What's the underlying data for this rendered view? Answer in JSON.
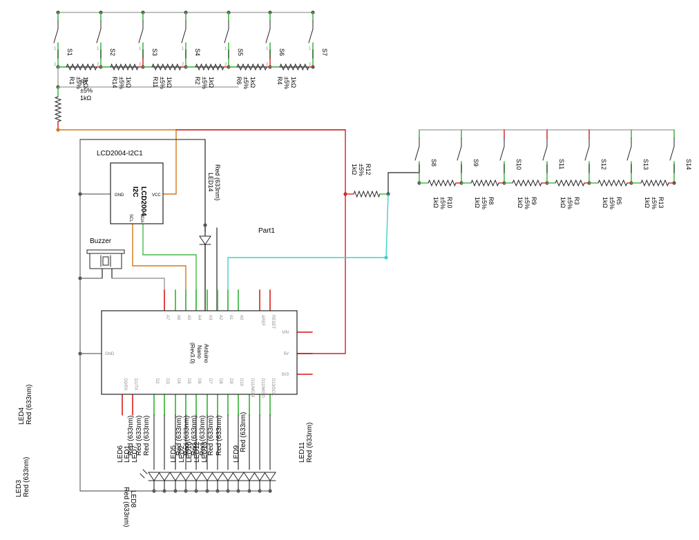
{
  "title": "Part1",
  "lcd": {
    "name": "LCD2004-I2C1",
    "inner_line1": "LCD2004",
    "inner_line2": "I2C",
    "pin_gnd": "GND",
    "pin_vcc": "VCC",
    "pin_scl": "SCL",
    "pin_sda": "SDA"
  },
  "buzzer": {
    "name": "Buzzer"
  },
  "arduino": {
    "line1": "Arduino",
    "line2": "Nano",
    "line3": "(Rev3.0)",
    "top_pins": [
      "A7",
      "A6",
      "A5",
      "A4",
      "A3",
      "A2",
      "A1",
      "A0",
      "AREF",
      "RESET"
    ],
    "right_pins": [
      "VIN",
      "5V",
      "3V3"
    ],
    "left_pins": [
      "GND"
    ],
    "bottom_pins": [
      "D0/RX",
      "D1/TX",
      "D2",
      "D3",
      "D4",
      "D5",
      "D6",
      "D7",
      "D8",
      "D9",
      "D10",
      "D11/MOSI",
      "D12/MISO",
      "D13/SCK"
    ]
  },
  "switches_top": [
    "S1",
    "S2",
    "S3",
    "S4",
    "S5",
    "S6",
    "S7"
  ],
  "switches_right": [
    "S8",
    "S9",
    "S10",
    "S11",
    "S12",
    "S13",
    "S14"
  ],
  "resistors_top": [
    {
      "name": "R1",
      "tol": "±5%",
      "val": "1kΩ"
    },
    {
      "name": "R14",
      "tol": "±5%",
      "val": "1kΩ"
    },
    {
      "name": "R11",
      "tol": "±5%",
      "val": "1kΩ"
    },
    {
      "name": "R2",
      "tol": "±5%",
      "val": "1kΩ"
    },
    {
      "name": "R6",
      "tol": "±5%",
      "val": "1kΩ"
    },
    {
      "name": "R4",
      "tol": "±5%",
      "val": "1kΩ"
    }
  ],
  "resistor_r7": {
    "name": "R7",
    "tol": "±5%",
    "val": "1kΩ"
  },
  "resistor_r12": {
    "name": "R12",
    "tol": "±5%",
    "val": "1kΩ"
  },
  "resistors_right": [
    {
      "name": "R10",
      "tol": "±5%",
      "val": "1kΩ"
    },
    {
      "name": "R8",
      "tol": "±5%",
      "val": "1kΩ"
    },
    {
      "name": "R9",
      "tol": "±5%",
      "val": "1kΩ"
    },
    {
      "name": "R3",
      "tol": "±5%",
      "val": "1kΩ"
    },
    {
      "name": "R5",
      "tol": "±5%",
      "val": "1kΩ"
    },
    {
      "name": "R13",
      "tol": "±5%",
      "val": "1kΩ"
    }
  ],
  "led_spec": "Red (633nm)",
  "leds": {
    "led14": "LED14",
    "led4": "LED4",
    "led3": "LED3",
    "led11": "LED11",
    "led8": "LED8",
    "led6": "LED6",
    "led5": "LED5",
    "led9": "LED9",
    "led_stack_a": [
      "LED1",
      "LED7"
    ],
    "led_stack_b": [
      "LED2",
      "LED10",
      "LED12",
      "LED13"
    ]
  },
  "colors": {
    "wire_gray": "#9a9a9a",
    "wire_red": "#cc2222",
    "wire_orange": "#d4771a",
    "wire_cyan": "#3fd0c8",
    "wire_black": "#222222",
    "pin_green": "#44bb44",
    "pin_red": "#dd3333"
  }
}
